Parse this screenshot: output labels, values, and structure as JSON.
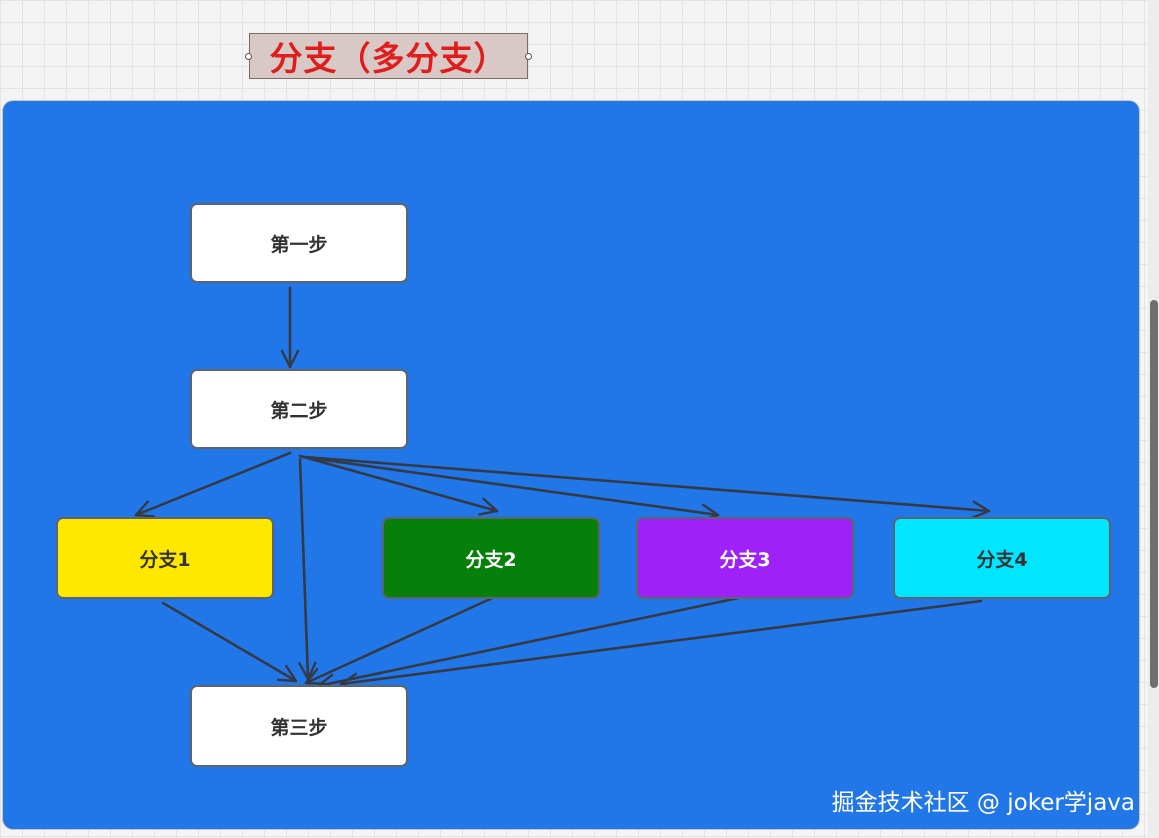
{
  "title": "分支（多分支）",
  "nodes": [
    {
      "id": "step1",
      "label": "第一步",
      "bg": "#ffffff",
      "fg": "#333333"
    },
    {
      "id": "step2",
      "label": "第二步",
      "bg": "#ffffff",
      "fg": "#333333"
    },
    {
      "id": "branch1",
      "label": "分支1",
      "bg": "#ffe800",
      "fg": "#333333"
    },
    {
      "id": "branch2",
      "label": "分支2",
      "bg": "#06800a",
      "fg": "#ffffff"
    },
    {
      "id": "branch3",
      "label": "分支3",
      "bg": "#9e22f8",
      "fg": "#ffffff"
    },
    {
      "id": "branch4",
      "label": "分支4",
      "bg": "#00e6ff",
      "fg": "#333333"
    },
    {
      "id": "step3",
      "label": "第三步",
      "bg": "#ffffff",
      "fg": "#333333"
    }
  ],
  "edges": [
    {
      "from": "step1",
      "to": "step2"
    },
    {
      "from": "step2",
      "to": "branch1"
    },
    {
      "from": "step2",
      "to": "branch2"
    },
    {
      "from": "step2",
      "to": "branch3"
    },
    {
      "from": "step2",
      "to": "branch4"
    },
    {
      "from": "step2",
      "to": "step3"
    },
    {
      "from": "branch1",
      "to": "step3"
    },
    {
      "from": "branch2",
      "to": "step3"
    },
    {
      "from": "branch3",
      "to": "step3"
    },
    {
      "from": "branch4",
      "to": "step3"
    }
  ],
  "colors": {
    "canvas": "#2277e8",
    "edge": "#333a46",
    "title_text": "#e01d1d",
    "title_bg": "#d9c9c6"
  },
  "watermark": "掘金技术社区 @ joker学java"
}
